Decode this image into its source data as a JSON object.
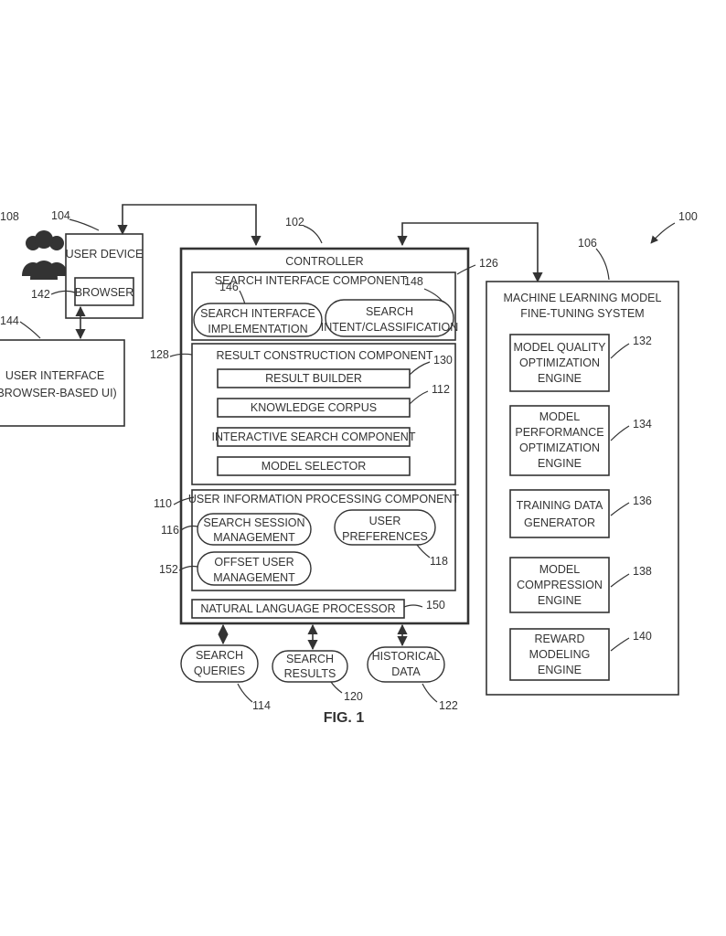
{
  "figure_label": "FIG. 1",
  "refs": {
    "r100": "100",
    "r102": "102",
    "r104": "104",
    "r106": "106",
    "r108": "108",
    "r110": "110",
    "r112": "112",
    "r114": "114",
    "r116": "116",
    "r118": "118",
    "r120": "120",
    "r122": "122",
    "r126": "126",
    "r128": "128",
    "r130": "130",
    "r132": "132",
    "r134": "134",
    "r136": "136",
    "r138": "138",
    "r140": "140",
    "r142": "142",
    "r144": "144",
    "r146": "146",
    "r148": "148",
    "r150": "150",
    "r152": "152"
  },
  "user_device": {
    "title": "USER DEVICE",
    "browser": "BROWSER"
  },
  "user_interface": {
    "line1": "USER INTERFACE",
    "line2": "(BROWSER-BASED UI)"
  },
  "controller": {
    "title": "CONTROLLER",
    "search_interface": {
      "title": "SEARCH INTERFACE COMPONENT",
      "impl_line1": "SEARCH INTERFACE",
      "impl_line2": "IMPLEMENTATION",
      "intent_line1": "SEARCH",
      "intent_line2": "INTENT/CLASSIFICATION"
    },
    "result_construction": {
      "title": "RESULT CONSTRUCTION COMPONENT",
      "items": [
        "RESULT BUILDER",
        "KNOWLEDGE CORPUS",
        "INTERACTIVE SEARCH COMPONENT",
        "MODEL SELECTOR"
      ]
    },
    "user_info": {
      "title": "USER INFORMATION PROCESSING COMPONENT",
      "session_line1": "SEARCH SESSION",
      "session_line2": "MANAGEMENT",
      "prefs_line1": "USER",
      "prefs_line2": "PREFERENCES",
      "offset_line1": "OFFSET USER",
      "offset_line2": "MANAGEMENT"
    },
    "nlp": "NATURAL LANGUAGE PROCESSOR"
  },
  "data_stores": [
    {
      "line1": "SEARCH",
      "line2": "QUERIES"
    },
    {
      "line1": "SEARCH",
      "line2": "RESULTS"
    },
    {
      "line1": "HISTORICAL",
      "line2": "DATA"
    }
  ],
  "ml_system": {
    "title_line1": "MACHINE LEARNING MODEL",
    "title_line2": "FINE-TUNING SYSTEM",
    "engines": [
      {
        "lines": [
          "MODEL QUALITY",
          "OPTIMIZATION",
          "ENGINE"
        ]
      },
      {
        "lines": [
          "MODEL",
          "PERFORMANCE",
          "OPTIMIZATION",
          "ENGINE"
        ]
      },
      {
        "lines": [
          "TRAINING DATA",
          "GENERATOR"
        ]
      },
      {
        "lines": [
          "MODEL",
          "COMPRESSION",
          "ENGINE"
        ]
      },
      {
        "lines": [
          "REWARD",
          "MODELING",
          "ENGINE"
        ]
      }
    ]
  }
}
